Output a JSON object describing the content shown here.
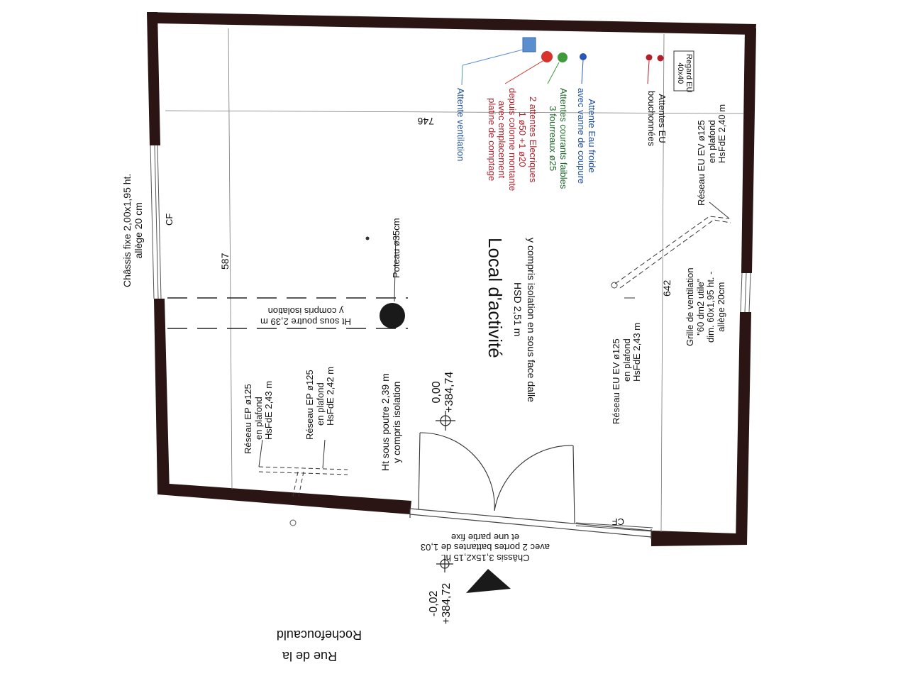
{
  "room": {
    "title": "Local d'activité",
    "hsd": "HSD 2,51 m",
    "hsd_note": "y compris isolation en sous face dalle"
  },
  "street": {
    "line1": "Rue de la",
    "line2": "Rochefoucauld"
  },
  "dimensions": {
    "top": "746",
    "left": "587",
    "right": "642"
  },
  "window_left": {
    "line1": "Châssis fixe 2,00x1,95 ht.",
    "line2": "allège 20 cm",
    "cf": "CF"
  },
  "entrance": {
    "line1": "Châssis 3,15x2,15 ht.",
    "line2": "avec 2 portes battantes de 1,03",
    "line3": "et une partie fixe",
    "cf": "CF"
  },
  "levels": {
    "inside": {
      "a": "0,00",
      "b": "+384,74"
    },
    "outside": {
      "a": "-0,02",
      "b": "+384,72"
    }
  },
  "beam": {
    "upper": {
      "line1": "Ht sous poutre 2,39 m",
      "line2": "y compris isolation"
    },
    "lower": {
      "line1": "Ht sous poutre 2,39 m",
      "line2": "y compris isolation"
    }
  },
  "column": {
    "label": "Poteau ø35cm"
  },
  "networks": {
    "ep1": {
      "line1": "Réseau EP ø125",
      "line2": "en plafond",
      "line3": "HsFdE 2,43 m"
    },
    "ep2": {
      "line1": "Réseau EP ø125",
      "line2": "en plafond",
      "line3": "HsFdE 2,42 m"
    },
    "eu_mid": {
      "line1": "Réseau EU EV ø125",
      "line2": "en plafond",
      "line3": "HsFdE 2,43 m"
    },
    "eu_right": {
      "line1": "Réseau EU EV ø125",
      "line2": "en plafond",
      "line3": "HsFdE 2,40 m"
    }
  },
  "grille": {
    "line1": "Grille de ventilation",
    "line2": "\"60 dm2 utile\"",
    "line3": "dim. 60x1,95 ht. -",
    "line4": "allège 20cm"
  },
  "attentes": {
    "ventilation": "Attente ventilation",
    "electric": {
      "line1": "2 attentes Elecriques",
      "line2": "1 ø50 +1 ø20",
      "line3": "depuis colonne montante",
      "line4": "avec emplacement",
      "line5": "platine de comptage"
    },
    "courants": {
      "line1": "Attentes courants faibles",
      "line2": "3 fourreaux ø25"
    },
    "eau": {
      "line1": "Attente Eau froide",
      "line2": "avec vanne de coupure"
    },
    "eu": {
      "line1": "Attentes EU",
      "line2": "bouchonnées"
    }
  },
  "regard": {
    "line1": "Regard EU",
    "line2": "40x40"
  },
  "colors": {
    "wall": "#2b1414",
    "ventilation": "#5a8fcf",
    "electric": "#d8322c",
    "courants": "#3f9a3a",
    "eau": "#2a56b8",
    "text_blue": "#1f4fa0",
    "text_red": "#b3202a"
  }
}
